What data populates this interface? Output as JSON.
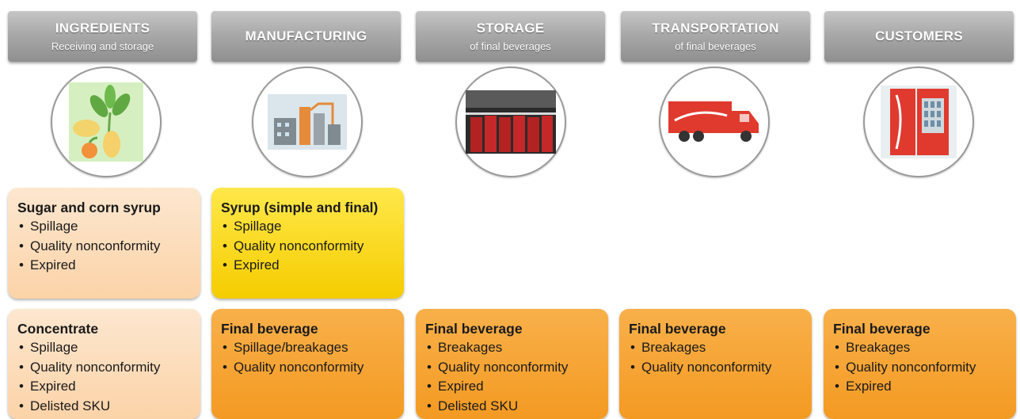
{
  "stages": [
    {
      "title": "INGREDIENTS",
      "subtitle": "Receiving and storage",
      "icon": "ingredients-plants-icon"
    },
    {
      "title": "MANUFACTURING",
      "subtitle": "",
      "icon": "factory-icon"
    },
    {
      "title": "STORAGE",
      "subtitle": "of final beverages",
      "icon": "warehouse-storage-icon"
    },
    {
      "title": "TRANSPORTATION",
      "subtitle": "of final beverages",
      "icon": "delivery-truck-icon"
    },
    {
      "title": "CUSTOMERS",
      "subtitle": "",
      "icon": "vending-machine-icon"
    }
  ],
  "row1": [
    {
      "title": "Sugar and corn syrup",
      "items": [
        "Spillage",
        "Quality nonconformity",
        "Expired"
      ]
    },
    {
      "title": "Syrup (simple and final)",
      "items": [
        "Spillage",
        "Quality nonconformity",
        "Expired"
      ]
    }
  ],
  "row2": [
    {
      "title": "Concentrate",
      "items": [
        "Spillage",
        "Quality nonconformity",
        "Expired",
        "Delisted SKU"
      ]
    },
    {
      "title": "Final beverage",
      "items": [
        "Spillage/breakages",
        "Quality nonconformity"
      ]
    },
    {
      "title": "Final beverage",
      "items": [
        "Breakages",
        "Quality nonconformity",
        "Expired",
        "Delisted SKU"
      ]
    },
    {
      "title": "Final beverage",
      "items": [
        "Breakages",
        "Quality nonconformity"
      ]
    },
    {
      "title": "Final beverage",
      "items": [
        "Breakages",
        "Quality nonconformity",
        "Expired"
      ]
    }
  ],
  "colors": {
    "header_gray": "#a9a9a9",
    "light_orange": "#fbd3a8",
    "yellow": "#f5cc00",
    "orange": "#f39a22",
    "coke_red": "#e03a2e"
  }
}
